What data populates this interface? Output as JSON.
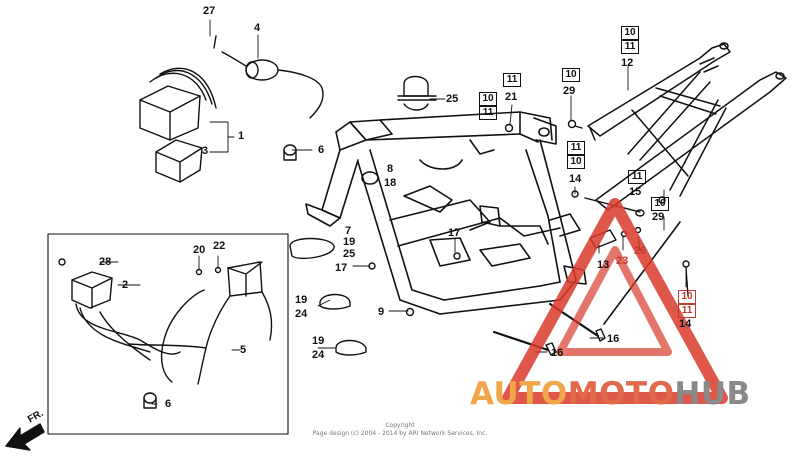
{
  "callouts": [
    {
      "id": "c27",
      "text": "27"
    },
    {
      "id": "c4",
      "text": "4"
    },
    {
      "id": "c1",
      "text": "1"
    },
    {
      "id": "c3",
      "text": "3"
    },
    {
      "id": "c6a",
      "text": "6"
    },
    {
      "id": "c25a",
      "text": "25"
    },
    {
      "id": "c21",
      "text": "21"
    },
    {
      "id": "c29a",
      "text": "29"
    },
    {
      "id": "c12",
      "text": "12"
    },
    {
      "id": "c8",
      "text": "8"
    },
    {
      "id": "c18",
      "text": "18"
    },
    {
      "id": "c14a",
      "text": "14"
    },
    {
      "id": "c15",
      "text": "15"
    },
    {
      "id": "c29b",
      "text": "29"
    },
    {
      "id": "c7",
      "text": "7"
    },
    {
      "id": "c19a",
      "text": "19"
    },
    {
      "id": "c25b",
      "text": "25"
    },
    {
      "id": "c17a",
      "text": "17"
    },
    {
      "id": "c17b",
      "text": "17"
    },
    {
      "id": "c13",
      "text": "13"
    },
    {
      "id": "c23",
      "text": "23"
    },
    {
      "id": "c26",
      "text": "26"
    },
    {
      "id": "c28",
      "text": "28"
    },
    {
      "id": "c20",
      "text": "20"
    },
    {
      "id": "c22",
      "text": "22"
    },
    {
      "id": "c2",
      "text": "2"
    },
    {
      "id": "c5",
      "text": "5"
    },
    {
      "id": "c6b",
      "text": "6"
    },
    {
      "id": "c19b",
      "text": "19"
    },
    {
      "id": "c24a",
      "text": "24"
    },
    {
      "id": "c9",
      "text": "9"
    },
    {
      "id": "c19c",
      "text": "19"
    },
    {
      "id": "c24b",
      "text": "24"
    },
    {
      "id": "c16a",
      "text": "16"
    },
    {
      "id": "c16b",
      "text": "16"
    },
    {
      "id": "c14b",
      "text": "14"
    }
  ],
  "boxed_refs": [
    {
      "id": "b10a",
      "text": "10"
    },
    {
      "id": "b11a",
      "text": "11"
    },
    {
      "id": "b11b",
      "text": "11"
    },
    {
      "id": "b10b",
      "text": "10"
    },
    {
      "id": "b11c",
      "text": "11"
    },
    {
      "id": "b10c",
      "text": "10"
    },
    {
      "id": "b10d",
      "text": "10"
    },
    {
      "id": "b11d",
      "text": "11"
    },
    {
      "id": "b11e",
      "text": "11"
    },
    {
      "id": "b10e",
      "text": "10"
    },
    {
      "id": "b11f",
      "text": "11"
    },
    {
      "id": "b10f",
      "text": "10"
    },
    {
      "id": "b11g",
      "text": "11"
    }
  ],
  "direction_label": "FR.",
  "copyright": {
    "line1": "Copyright",
    "line2": "Page design (c) 2004 - 2014 by ARI Network Services, Inc."
  },
  "watermark": {
    "part1": "AUTO",
    "part2": "MOTO",
    "part3": "HUB"
  },
  "colors": {
    "line": "#111111",
    "watermark_red": "#d93a2b",
    "watermark_orange": "#f2a64a",
    "watermark_gray": "#8a8a8a"
  }
}
